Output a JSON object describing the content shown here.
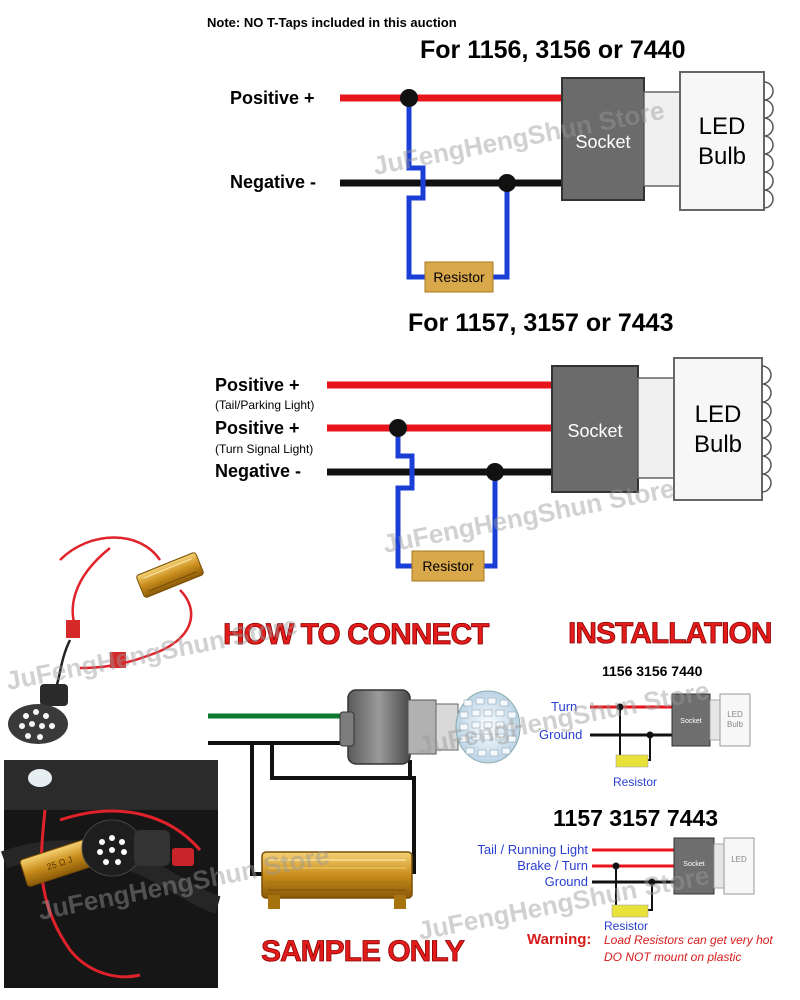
{
  "note": "Note: NO T-Taps included in this auction",
  "watermark": "JuFengHengShun Store",
  "diagram1": {
    "title": "For 1156, 3156 or 7440",
    "positive": "Positive +",
    "negative": "Negative -",
    "socket": "Socket",
    "bulb_line1": "LED",
    "bulb_line2": "Bulb",
    "resistor": "Resistor"
  },
  "diagram2": {
    "title": "For 1157, 3157 or 7443",
    "positive1": "Positive +",
    "positive1_sub": "(Tail/Parking Light)",
    "positive2": "Positive +",
    "positive2_sub": "(Turn Signal Light)",
    "negative": "Negative -",
    "socket": "Socket",
    "bulb_line1": "LED",
    "bulb_line2": "Bulb",
    "resistor": "Resistor"
  },
  "how_to_connect": "HOW TO CONNECT",
  "sample_only": "SAMPLE ONLY",
  "resistor_marking": "25 Ω J",
  "installation": {
    "title": "INSTALLATION",
    "top": {
      "models": "1156 3156 7440",
      "turn": "Turn",
      "ground": "Ground",
      "resistor": "Resistor",
      "socket": "Socket",
      "bulb_line1": "LED",
      "bulb_line2": "Bulb"
    },
    "bottom": {
      "models": "1157 3157 7443",
      "tail": "Tail / Running Light",
      "brake": "Brake / Turn",
      "ground": "Ground",
      "resistor": "Resistor",
      "socket": "Socket",
      "bulb": "LED"
    },
    "warning_label": "Warning:",
    "warning_line1": "Load Resistors can get very hot",
    "warning_line2": "DO NOT mount on plastic"
  },
  "colors": {
    "positive_wire": "#e8141c",
    "negative_wire": "#111111",
    "resistor_wire": "#1a3fd6",
    "resistor_fill": "#d9a84b",
    "socket_fill": "#6b6b6b",
    "heading_red": "#e21b1b",
    "green_wire": "#0c7a2c"
  }
}
